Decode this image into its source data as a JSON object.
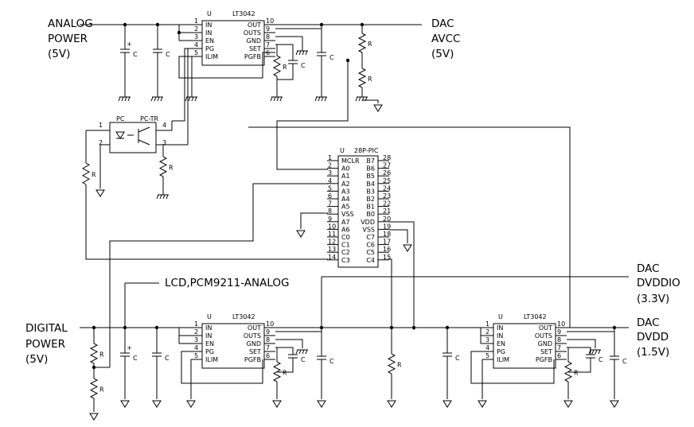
{
  "labels": {
    "analog_power": [
      "ANALOG",
      "POWER",
      "(5V)"
    ],
    "dac_avcc": [
      "DAC",
      "AVCC",
      "(5V)"
    ],
    "digital_power": [
      "DIGITAL",
      "POWER",
      "(5V)"
    ],
    "lcd_analog": "LCD,PCM9211-ANALOG",
    "dac_dvddio": [
      "DAC",
      "DVDDIO",
      "(3.3V)"
    ],
    "dac_dvdd": [
      "DAC",
      "DVDD",
      "(1.5V)"
    ]
  },
  "regulator": {
    "ref": "U",
    "name": "LT3042",
    "left_pins": [
      {
        "num": "1",
        "name": "IN"
      },
      {
        "num": "2",
        "name": "IN"
      },
      {
        "num": "3",
        "name": "EN"
      },
      {
        "num": "4",
        "name": "PG"
      },
      {
        "num": "5",
        "name": "ILIM"
      }
    ],
    "right_pins": [
      {
        "num": "10",
        "name": "OUT"
      },
      {
        "num": "9",
        "name": "OUTS"
      },
      {
        "num": "8",
        "name": "GND"
      },
      {
        "num": "7",
        "name": "SET"
      },
      {
        "num": "6",
        "name": "PGFB"
      }
    ]
  },
  "mcu": {
    "ref": "U",
    "name": "28P-PIC",
    "left_pins": [
      {
        "num": "1",
        "name": "MCLR"
      },
      {
        "num": "2",
        "name": "A0"
      },
      {
        "num": "3",
        "name": "A1"
      },
      {
        "num": "4",
        "name": "A2"
      },
      {
        "num": "5",
        "name": "A3"
      },
      {
        "num": "6",
        "name": "A4"
      },
      {
        "num": "7",
        "name": "A5"
      },
      {
        "num": "8",
        "name": "VSS"
      },
      {
        "num": "9",
        "name": "A7"
      },
      {
        "num": "10",
        "name": "A6"
      },
      {
        "num": "11",
        "name": "C0"
      },
      {
        "num": "12",
        "name": "C1"
      },
      {
        "num": "13",
        "name": "C2"
      },
      {
        "num": "14",
        "name": "C3"
      }
    ],
    "right_pins": [
      {
        "num": "28",
        "name": "B7"
      },
      {
        "num": "27",
        "name": "B6"
      },
      {
        "num": "26",
        "name": "B5"
      },
      {
        "num": "25",
        "name": "B4"
      },
      {
        "num": "24",
        "name": "B3"
      },
      {
        "num": "23",
        "name": "B2"
      },
      {
        "num": "22",
        "name": "B1"
      },
      {
        "num": "21",
        "name": "B0"
      },
      {
        "num": "20",
        "name": "VDD"
      },
      {
        "num": "19",
        "name": "VSS"
      },
      {
        "num": "18",
        "name": "C7"
      },
      {
        "num": "17",
        "name": "C6"
      },
      {
        "num": "16",
        "name": "C5"
      },
      {
        "num": "15",
        "name": "C4"
      }
    ]
  },
  "optocoupler": {
    "ref": "PC",
    "name": "PC-TR",
    "pins": [
      "1",
      "2",
      "3",
      "4"
    ]
  },
  "resistor_label": "R",
  "capacitor_label": "C"
}
